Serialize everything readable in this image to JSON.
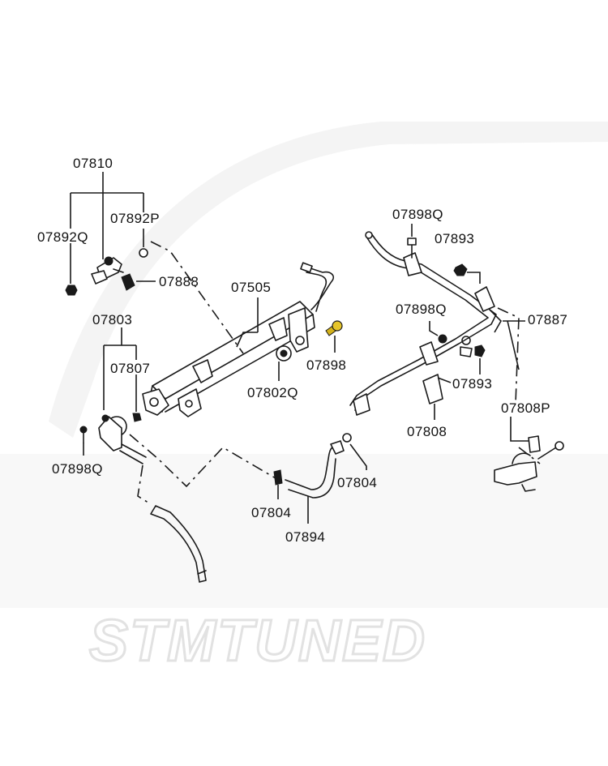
{
  "watermark": {
    "text": "STMTUNED"
  },
  "highlight_color": "#d4b21a",
  "labels": {
    "p07810": "07810",
    "p07892P": "07892P",
    "p07892Q": "07892Q",
    "p07888": "07888",
    "p07505": "07505",
    "p07803": "07803",
    "p07807": "07807",
    "p07898Q_left": "07898Q",
    "p07898_gold": "07898",
    "p07802Q": "07802Q",
    "p07804_left": "07804",
    "p07894": "07894",
    "p07804_right": "07804",
    "p07898Q_top": "07898Q",
    "p07893_top": "07893",
    "p07898Q_mid": "07898Q",
    "p07887": "07887",
    "p07893_mid": "07893",
    "p07808": "07808",
    "p07808P": "07808P"
  }
}
